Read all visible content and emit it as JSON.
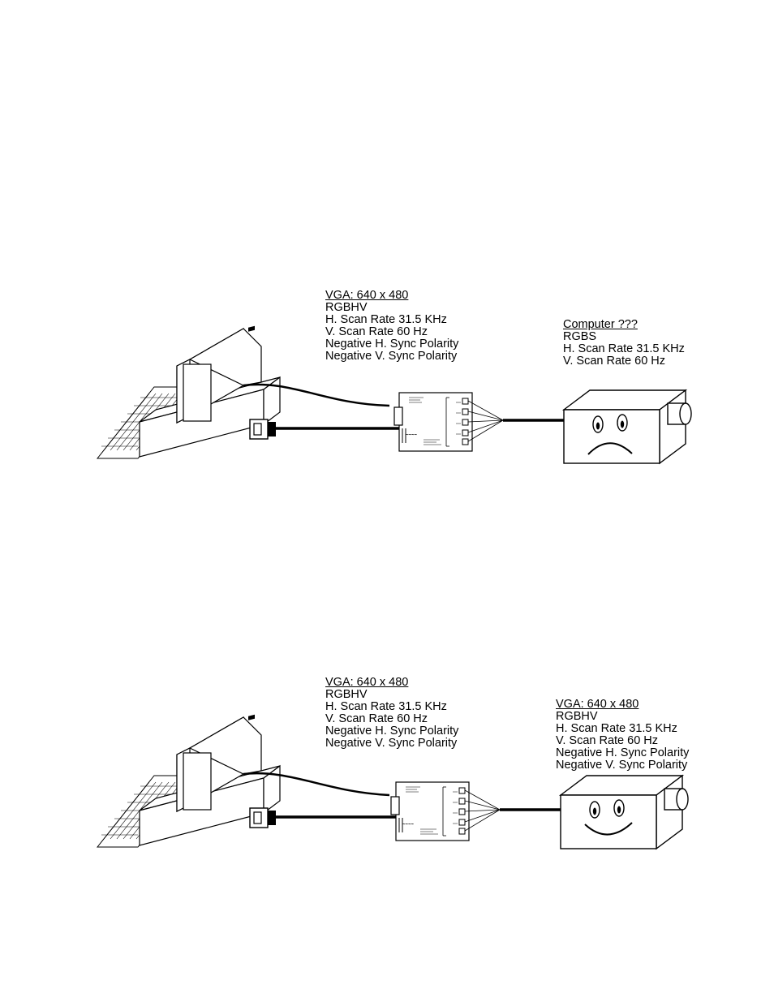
{
  "diagram_top": {
    "source_label": {
      "title": "VGA: 640 x 480",
      "lines": [
        "RGBHV",
        "H. Scan Rate 31.5 KHz",
        "V. Scan Rate 60 Hz",
        "Negative H. Sync Polarity",
        "Negative V. Sync Polarity"
      ]
    },
    "display_label": {
      "title": "Computer ???",
      "lines": [
        "RGBS",
        "H. Scan Rate 31.5 KHz",
        "V. Scan Rate 60 Hz"
      ]
    },
    "display_face": "frown"
  },
  "diagram_bottom": {
    "source_label": {
      "title": "VGA: 640 x 480",
      "lines": [
        "RGBHV",
        "H. Scan Rate 31.5 KHz",
        "V. Scan Rate 60 Hz",
        "Negative H. Sync Polarity",
        "Negative V. Sync Polarity"
      ]
    },
    "display_label": {
      "title": "VGA: 640 x 480",
      "lines": [
        "RGBHV",
        "H. Scan Rate 31.5 KHz",
        "V. Scan Rate 60 Hz",
        "Negative H. Sync Polarity",
        "Negative V. Sync Polarity"
      ]
    },
    "display_face": "smile"
  },
  "colors": {
    "ink": "#000000",
    "paper": "#ffffff"
  }
}
